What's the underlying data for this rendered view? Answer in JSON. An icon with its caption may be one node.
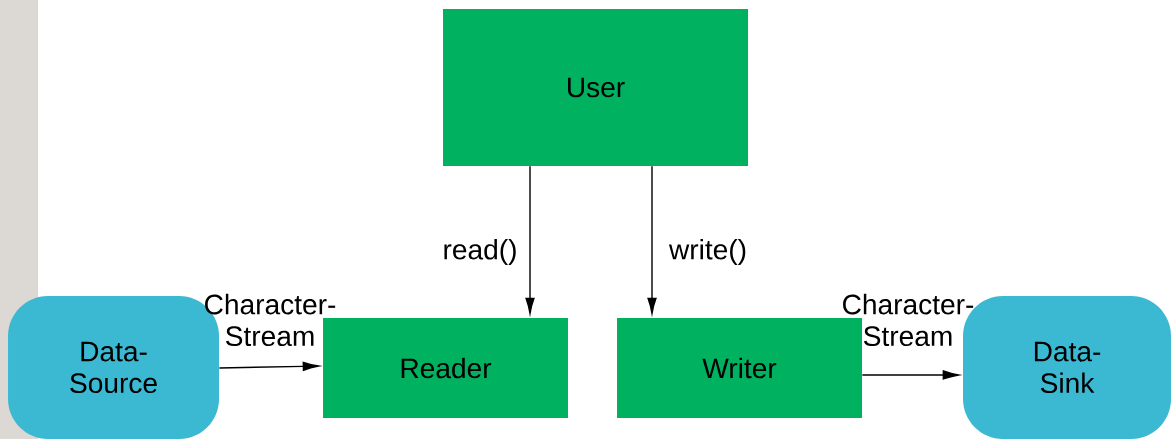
{
  "diagram": {
    "nodes": [
      {
        "text": [
          "User"
        ]
      },
      {
        "text": [
          "Reader"
        ]
      },
      {
        "text": [
          "Writer"
        ]
      },
      {
        "text": [
          "Data- Source"
        ]
      },
      {
        "text": [
          "Data- Sink"
        ]
      }
    ],
    "edges": [
      {
        "from": 0,
        "to": 1,
        "arrow": "to",
        "label": "read()"
      },
      {
        "from": 0,
        "to": 2,
        "arrow": "to",
        "label": "write()"
      },
      {
        "from": 3,
        "to": 1,
        "arrow": "to",
        "label": "Character- Stream"
      },
      {
        "from": 2,
        "to": 4,
        "arrow": "to",
        "label": "Character- Stream"
      }
    ]
  }
}
